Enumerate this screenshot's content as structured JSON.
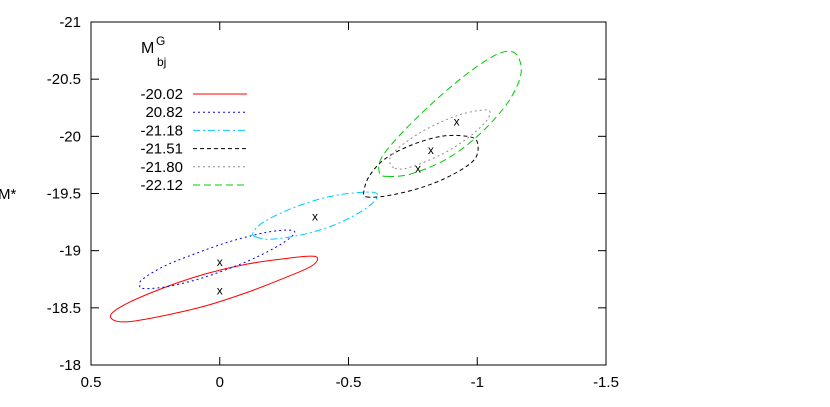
{
  "chart_data": {
    "type": "scatter",
    "ylabel": "M*",
    "xlim": [
      0.5,
      -1.5
    ],
    "ylim": [
      -18,
      -21
    ],
    "xticks": [
      "0.5",
      "0",
      "-0.5",
      "-1",
      "-1.5"
    ],
    "xtick_values": [
      0.5,
      0,
      -0.5,
      -1,
      -1.5
    ],
    "yticks": [
      "-18",
      "-18.5",
      "-19",
      "-19.5",
      "-20",
      "-20.5",
      "-21"
    ],
    "ytick_values": [
      -18,
      -18.5,
      -19,
      -19.5,
      -20,
      -20.5,
      -21
    ],
    "legend": {
      "title_main": "M",
      "title_sup": "G",
      "title_sub": "bj",
      "placement": "top-left"
    },
    "series": [
      {
        "name": "-20.02",
        "color": "#ff0000",
        "dash": "solid",
        "center": [
          0.0,
          -18.65
        ],
        "ellipse": [
          [
            0.41,
            -18.39
          ],
          [
            0.35,
            -18.38
          ],
          [
            0.2,
            -18.44
          ],
          [
            0.05,
            -18.52
          ],
          [
            -0.1,
            -18.63
          ],
          [
            -0.25,
            -18.76
          ],
          [
            -0.36,
            -18.87
          ],
          [
            -0.37,
            -18.95
          ],
          [
            -0.25,
            -18.93
          ],
          [
            -0.1,
            -18.88
          ],
          [
            0.05,
            -18.8
          ],
          [
            0.2,
            -18.69
          ],
          [
            0.35,
            -18.55
          ],
          [
            0.42,
            -18.45
          ]
        ]
      },
      {
        "name": "20.82",
        "color": "#0000ff",
        "dash": "dotted",
        "center": [
          0.0,
          -18.9
        ],
        "ellipse": [
          [
            0.3,
            -18.67
          ],
          [
            0.22,
            -18.68
          ],
          [
            0.1,
            -18.74
          ],
          [
            -0.02,
            -18.83
          ],
          [
            -0.14,
            -18.94
          ],
          [
            -0.24,
            -19.06
          ],
          [
            -0.29,
            -19.15
          ],
          [
            -0.27,
            -19.18
          ],
          [
            -0.18,
            -19.16
          ],
          [
            -0.04,
            -19.08
          ],
          [
            0.1,
            -18.97
          ],
          [
            0.22,
            -18.86
          ],
          [
            0.3,
            -18.75
          ],
          [
            0.31,
            -18.7
          ]
        ]
      },
      {
        "name": "-21.18",
        "color": "#00c8ff",
        "dash": "dashdot",
        "center": [
          -0.37,
          -19.3
        ],
        "ellipse": [
          [
            -0.14,
            -19.12
          ],
          [
            -0.2,
            -19.1
          ],
          [
            -0.32,
            -19.14
          ],
          [
            -0.44,
            -19.22
          ],
          [
            -0.54,
            -19.33
          ],
          [
            -0.6,
            -19.43
          ],
          [
            -0.61,
            -19.5
          ],
          [
            -0.55,
            -19.51
          ],
          [
            -0.42,
            -19.47
          ],
          [
            -0.28,
            -19.37
          ],
          [
            -0.17,
            -19.25
          ],
          [
            -0.13,
            -19.16
          ]
        ]
      },
      {
        "name": "-21.51",
        "color": "#000000",
        "dash": "dashed",
        "center": [
          -0.82,
          -19.88
        ],
        "ellipse": [
          [
            -0.57,
            -19.47
          ],
          [
            -0.65,
            -19.48
          ],
          [
            -0.78,
            -19.55
          ],
          [
            -0.9,
            -19.66
          ],
          [
            -0.99,
            -19.8
          ],
          [
            -1.0,
            -19.95
          ],
          [
            -0.96,
            -20.0
          ],
          [
            -0.86,
            -20.0
          ],
          [
            -0.74,
            -19.92
          ],
          [
            -0.64,
            -19.8
          ],
          [
            -0.58,
            -19.65
          ],
          [
            -0.56,
            -19.52
          ]
        ]
      },
      {
        "name": "-21.80",
        "color": "#8c8c8c",
        "dash": "dotted",
        "center": [
          -0.92,
          -20.13
        ],
        "ellipse": [
          [
            -0.68,
            -19.72
          ],
          [
            -0.74,
            -19.73
          ],
          [
            -0.86,
            -19.84
          ],
          [
            -0.96,
            -19.98
          ],
          [
            -1.03,
            -20.12
          ],
          [
            -1.05,
            -20.21
          ],
          [
            -1.02,
            -20.23
          ],
          [
            -0.92,
            -20.18
          ],
          [
            -0.8,
            -20.06
          ],
          [
            -0.7,
            -19.91
          ],
          [
            -0.66,
            -19.8
          ]
        ]
      },
      {
        "name": "-22.12",
        "color": "#00cc00",
        "dash": "longdash",
        "center": [
          -0.77,
          -19.72
        ],
        "ellipse": [
          [
            -0.65,
            -19.65
          ],
          [
            -0.74,
            -19.67
          ],
          [
            -0.88,
            -19.8
          ],
          [
            -1.01,
            -20.02
          ],
          [
            -1.12,
            -20.3
          ],
          [
            -1.17,
            -20.55
          ],
          [
            -1.15,
            -20.72
          ],
          [
            -1.09,
            -20.73
          ],
          [
            -0.98,
            -20.58
          ],
          [
            -0.85,
            -20.34
          ],
          [
            -0.72,
            -20.06
          ],
          [
            -0.63,
            -19.82
          ],
          [
            -0.62,
            -19.68
          ]
        ]
      }
    ]
  }
}
